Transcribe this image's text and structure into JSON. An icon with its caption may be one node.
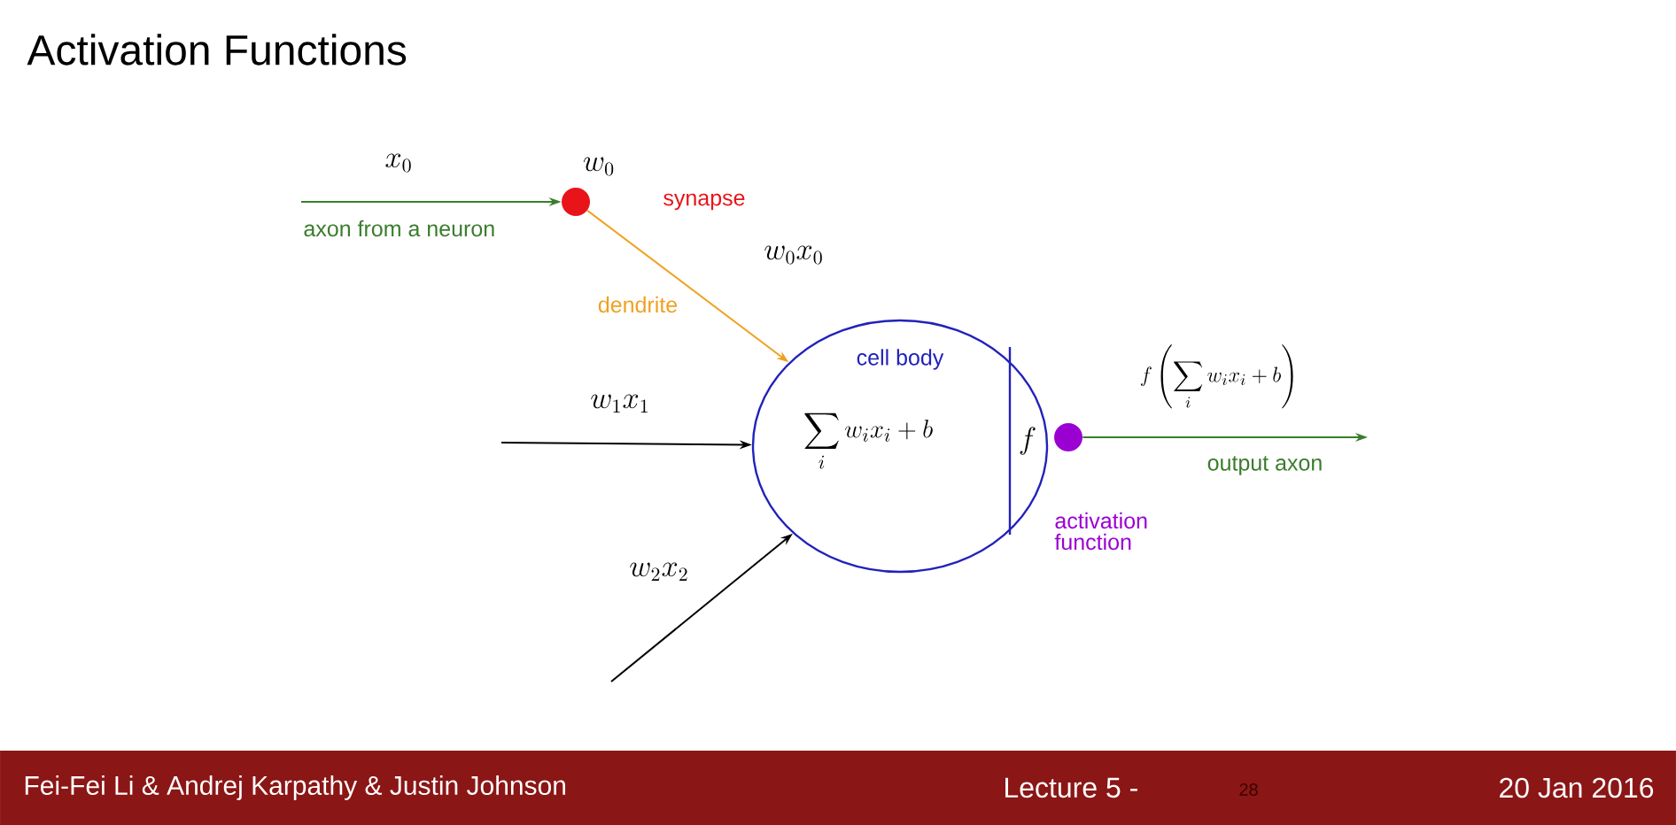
{
  "diagram": {
    "title": "Activation Functions",
    "nodes": [
      {
        "text": [],
        "shape": "circle",
        "beside": [
          "w_0",
          "synapse"
        ]
      },
      {
        "text": [
          "cell body",
          "\\sum_i w_i x_i + b",
          "f"
        ]
      },
      {
        "text": [],
        "shape": "circle"
      }
    ],
    "edges": [
      {
        "from": null,
        "to": 0,
        "arrow": "to",
        "label": "x_0",
        "color": "#3a7d2c"
      },
      {
        "from": 0,
        "to": 1,
        "arrow": "to",
        "label": "dendrite",
        "color": "#f0a020"
      },
      {
        "from": null,
        "to": 1,
        "arrow": "to",
        "label": "w_1 x_1",
        "color": "#000000"
      },
      {
        "from": null,
        "to": 1,
        "arrow": "to",
        "label": "w_2 x_2",
        "color": "#000000"
      },
      {
        "from": 2,
        "to": null,
        "arrow": "to",
        "label": "output axon",
        "color": "#3a7d2c"
      }
    ],
    "labels": [
      "axon from a neuron",
      "w_0 x_0",
      "f\\left(\\sum_i w_i x_i + b\\right)",
      "Fei-Fei Li & Andrej Karpathy & Justin Johnson",
      "Lecture 5 -",
      "28",
      "20 Jan 2016",
      "activation function"
    ]
  }
}
